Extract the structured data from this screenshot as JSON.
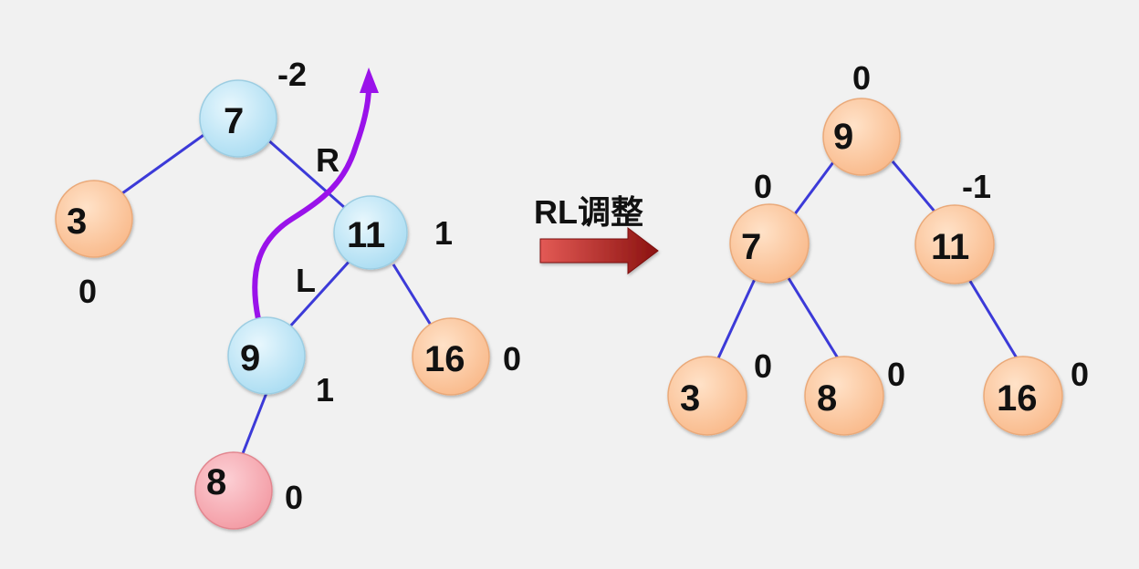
{
  "operation_label": "RL调整",
  "colors": {
    "edge": "#3c3ad8",
    "path": "#9a12ea",
    "arrow_start": "#e35a55",
    "arrow_end": "#8b1210",
    "node_blue": "#bfe6f6",
    "node_orange": "#ffcda6",
    "node_pink": "#f7a9b0"
  },
  "before": {
    "nodes": [
      {
        "id": "7",
        "label": "7",
        "balance": "-2",
        "color": "blue"
      },
      {
        "id": "3",
        "label": "3",
        "balance": "0",
        "color": "orange"
      },
      {
        "id": "11",
        "label": "11",
        "balance": "1",
        "color": "blue"
      },
      {
        "id": "9",
        "label": "9",
        "balance": "1",
        "color": "blue"
      },
      {
        "id": "16",
        "label": "16",
        "balance": "0",
        "color": "orange"
      },
      {
        "id": "8",
        "label": "8",
        "balance": "0",
        "color": "pink"
      }
    ],
    "edges": [
      [
        "7",
        "3"
      ],
      [
        "7",
        "11"
      ],
      [
        "11",
        "9"
      ],
      [
        "11",
        "16"
      ],
      [
        "9",
        "8"
      ]
    ],
    "edge_labels": [
      "R",
      "L"
    ]
  },
  "after": {
    "nodes": [
      {
        "id": "9",
        "label": "9",
        "balance": "0",
        "color": "orange"
      },
      {
        "id": "7",
        "label": "7",
        "balance": "0",
        "color": "orange"
      },
      {
        "id": "11",
        "label": "11",
        "balance": "-1",
        "color": "orange"
      },
      {
        "id": "3",
        "label": "3",
        "balance": "0",
        "color": "orange"
      },
      {
        "id": "8",
        "label": "8",
        "balance": "0",
        "color": "orange"
      },
      {
        "id": "16",
        "label": "16",
        "balance": "0",
        "color": "orange"
      }
    ],
    "edges": [
      [
        "9",
        "7"
      ],
      [
        "9",
        "11"
      ],
      [
        "7",
        "3"
      ],
      [
        "7",
        "8"
      ],
      [
        "11",
        "16"
      ]
    ]
  }
}
